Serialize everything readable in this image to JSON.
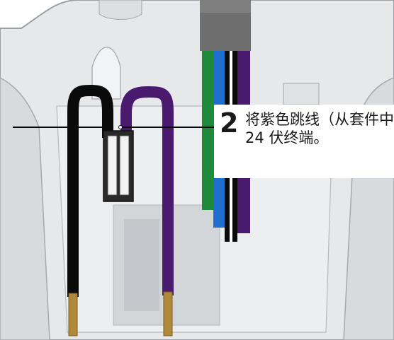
{
  "callout": {
    "number": "2",
    "text_line1": "将紫色跳线（从套件中）连接到",
    "text_line2": "24 伏终端。"
  },
  "colors": {
    "housing": "#e4e6e8",
    "housing_shadow": "#c9ccd0",
    "black_wire": "#0a0a0a",
    "purple_wire": "#4a1a6e",
    "green_wire": "#1e8a3a",
    "blue_wire": "#1e6fd0",
    "cable_jacket": "#6e6e6e",
    "brass_tip": "#b08a3a",
    "connector": "#2a2a2a"
  }
}
